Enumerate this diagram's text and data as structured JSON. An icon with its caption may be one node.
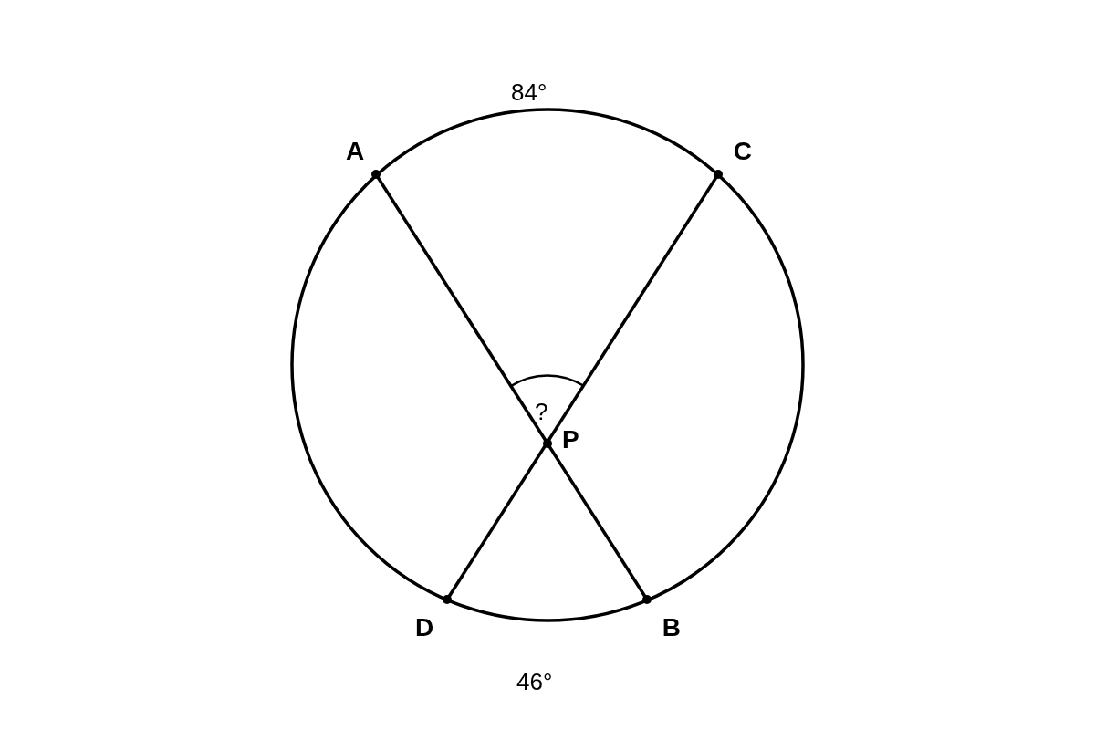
{
  "diagram": {
    "nodes": [
      {
        "text": [
          "A"
        ]
      },
      {
        "text": [
          "C"
        ]
      },
      {
        "text": [
          "P"
        ]
      },
      {
        "text": [
          "D"
        ]
      },
      {
        "text": [
          "B"
        ]
      }
    ],
    "edges": [
      {
        "from": 0,
        "to": 4,
        "arrow": "none"
      },
      {
        "from": 1,
        "to": 3,
        "arrow": "none"
      }
    ],
    "labels": [
      "84°",
      "?",
      "46°"
    ]
  }
}
